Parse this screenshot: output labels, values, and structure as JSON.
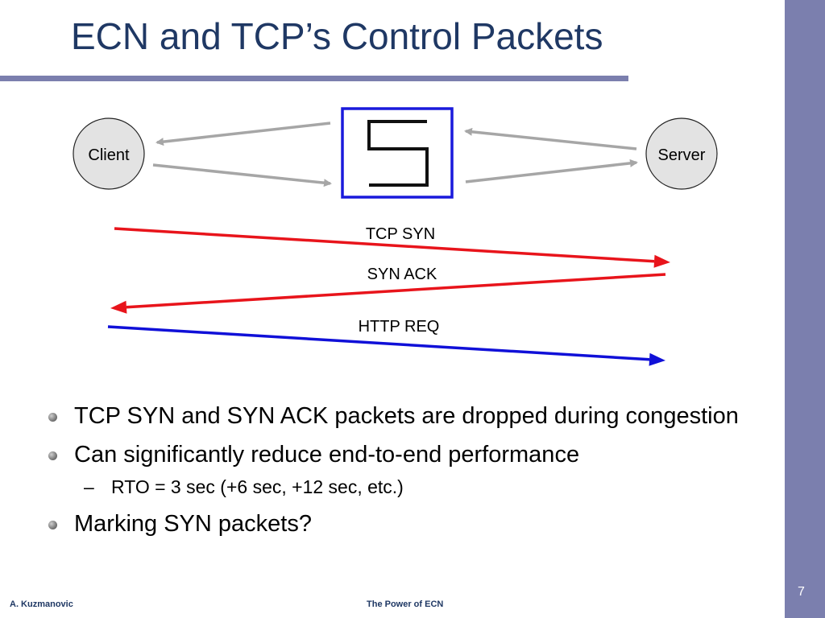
{
  "slide": {
    "title": "ECN and TCP’s Control Packets",
    "page_number": "7"
  },
  "diagram": {
    "client_label": "Client",
    "server_label": "Server",
    "router_icon": "s-shaped-router-icon",
    "messages": [
      {
        "label": "TCP SYN",
        "direction": "client-to-server",
        "color": "#e8141b"
      },
      {
        "label": "SYN ACK",
        "direction": "server-to-client",
        "color": "#e8141b"
      },
      {
        "label": "HTTP REQ",
        "direction": "client-to-server",
        "color": "#1010d8"
      }
    ],
    "colors": {
      "router_border": "#1a1adc",
      "link_arrow": "#a6a6a6",
      "node_fill": "#e3e3e3"
    }
  },
  "bullets": [
    {
      "text": "TCP SYN and SYN ACK packets are dropped during congestion"
    },
    {
      "text": "Can significantly reduce end-to-end performance",
      "sub": [
        "RTO = 3 sec (+6 sec, +12 sec, etc.)"
      ]
    },
    {
      "text": "Marking SYN packets?"
    }
  ],
  "footer": {
    "author": "A. Kuzmanovic",
    "center": "The Power of ECN"
  },
  "colors": {
    "title": "#1f3864",
    "accent_bar": "#7b7fae"
  }
}
